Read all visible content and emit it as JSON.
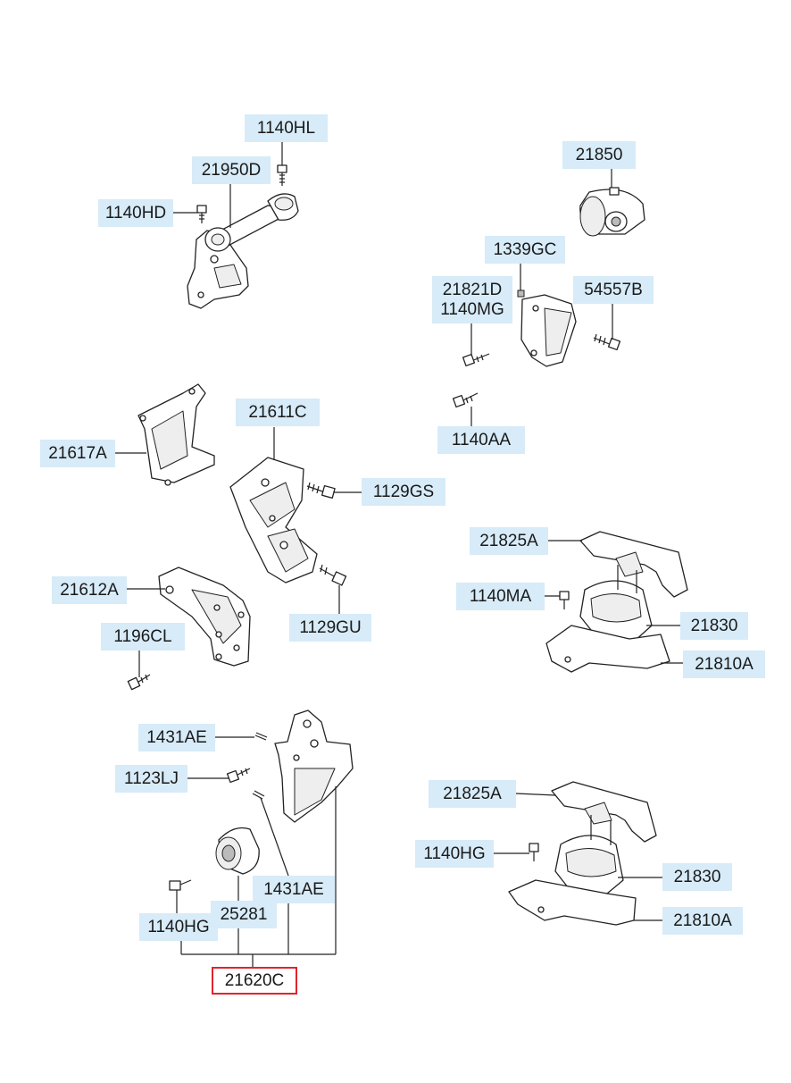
{
  "labels": {
    "l_1140HL_top": "1140HL",
    "l_21950D": "21950D",
    "l_1140HD": "1140HD",
    "l_21850": "21850",
    "l_1339GC": "1339GC",
    "l_21821D": "21821D",
    "l_1140MG": "1140MG",
    "l_54557B": "54557B",
    "l_1140AA": "1140AA",
    "l_21617A": "21617A",
    "l_21611C": "21611C",
    "l_1129GS": "1129GS",
    "l_1129GU": "1129GU",
    "l_21612A": "21612A",
    "l_1196CL": "1196CL",
    "l_21825A_1": "21825A",
    "l_1140MA": "1140MA",
    "l_21830_1": "21830",
    "l_21810A_1": "21810A",
    "l_1431AE_1": "1431AE",
    "l_1123LJ": "1123LJ",
    "l_1431AE_2": "1431AE",
    "l_25281": "25281",
    "l_1140HG_1": "1140HG",
    "l_21620C": "21620C",
    "l_21825A_2": "21825A",
    "l_1140HG_2": "1140HG",
    "l_21830_2": "21830",
    "l_21810A_2": "21810A"
  },
  "colors": {
    "label_bg": "#d7ebf8",
    "highlight_border": "#e0242b",
    "line": "#222222"
  }
}
